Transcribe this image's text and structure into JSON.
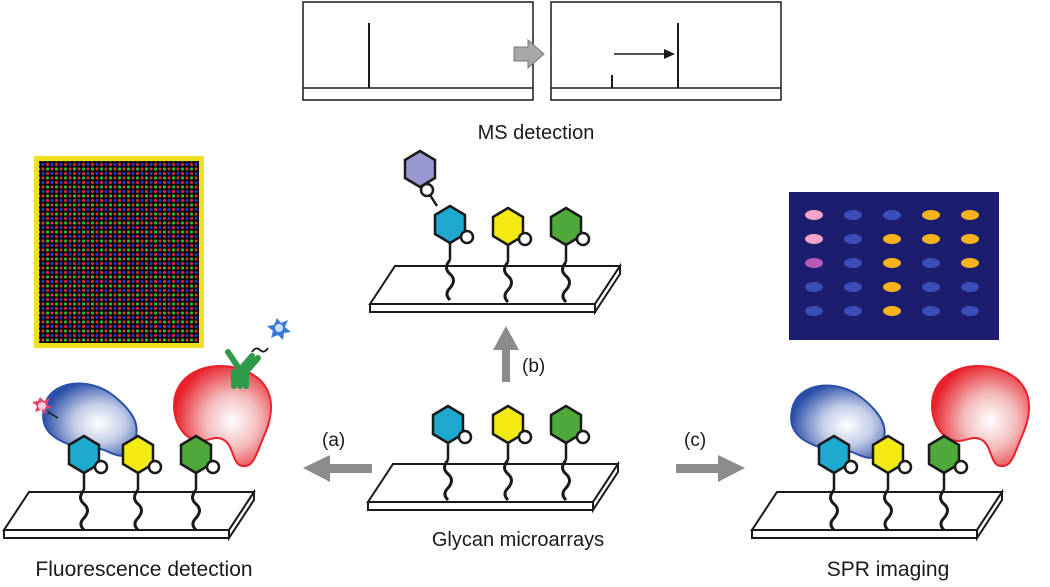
{
  "labels": {
    "ms_detection": "MS detection",
    "glycan_microarrays": "Glycan microarrays",
    "fluorescence_detection": "Fluorescence detection",
    "spr_imaging": "SPR imaging",
    "step_a": "(a)",
    "step_b": "(b)",
    "step_c": "(c)"
  },
  "colors": {
    "glycan_cyan": "#1ea9cf",
    "glycan_yellow": "#f3ea13",
    "glycan_green": "#4ea83a",
    "glycan_lavender": "#9a98d0",
    "protein_blue": "#2b4fa8",
    "protein_red": "#e8212b",
    "antibody_green": "#2f9a4a",
    "arrow_gray": "#8c8c8c",
    "spr_background": "#1c1d6e",
    "fluor_border": "#f0e020"
  },
  "spr_grid": [
    [
      "pink",
      "blue",
      "blue",
      "orange",
      "orange"
    ],
    [
      "pink",
      "blue",
      "orange",
      "orange",
      "orange"
    ],
    [
      "magenta",
      "blue",
      "orange",
      "blue",
      "orange"
    ],
    [
      "blue",
      "blue",
      "orange",
      "blue",
      "blue"
    ],
    [
      "blue",
      "blue",
      "orange",
      "blue",
      "blue"
    ]
  ]
}
